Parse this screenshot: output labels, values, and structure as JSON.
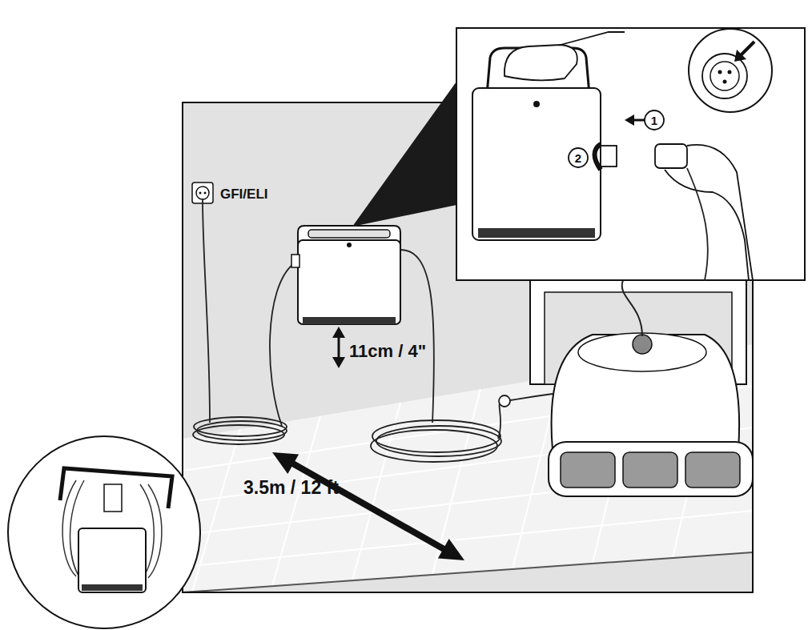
{
  "diagram": {
    "labels": [
      "GFI/ELI",
      "11cm / 4\"",
      "3.5m / 12 ft",
      "1",
      "2"
    ]
  }
}
